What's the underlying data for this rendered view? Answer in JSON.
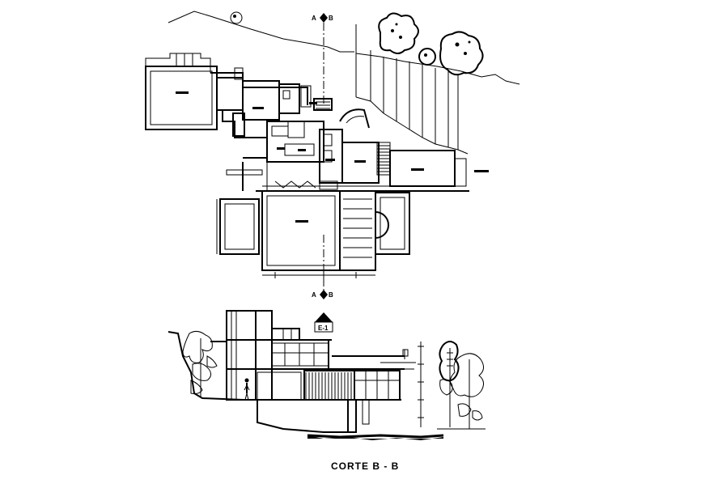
{
  "section_marks": {
    "top": {
      "left": "A",
      "right": "B"
    },
    "bottom": {
      "left": "A",
      "right": "B"
    }
  },
  "elevation_tag": "E-1",
  "section_title": "CORTE  B - B"
}
